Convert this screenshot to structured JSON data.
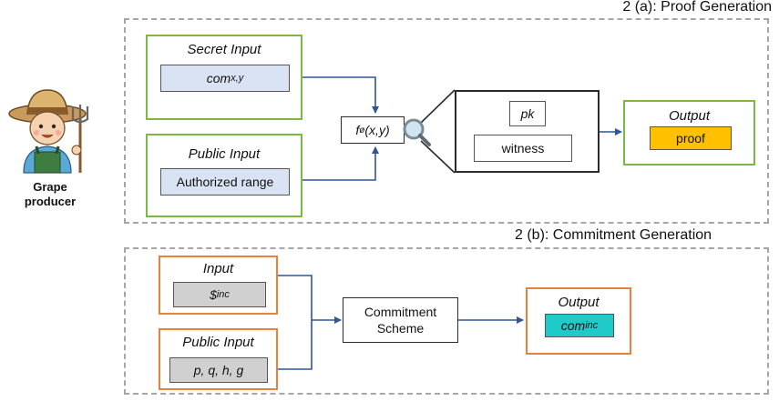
{
  "section_a": {
    "title": "2 (a): Proof Generation"
  },
  "section_b": {
    "title": "2 (b): Commitment Generation"
  },
  "producer": {
    "line1": "Grape",
    "line2": "producer"
  },
  "a_secret_input": {
    "title": "Secret Input",
    "value": "com",
    "value_sub": "x,y"
  },
  "a_public_input": {
    "title": "Public Input",
    "value": "Authorized range"
  },
  "a_function": {
    "f": "f",
    "sub": "ø",
    "args": " (x,y)"
  },
  "a_proof_box": {
    "pk": "pk",
    "witness": "witness"
  },
  "a_output": {
    "title": "Output",
    "value": "proof"
  },
  "b_input": {
    "title": "Input",
    "value": "$",
    "value_sub": "inc"
  },
  "b_public_input": {
    "title": "Public Input",
    "value": "p, q, h, g"
  },
  "b_scheme": {
    "line1": "Commitment",
    "line2": "Scheme"
  },
  "b_output": {
    "title": "Output",
    "value": "com",
    "value_sub": "inc"
  },
  "colors": {
    "green": "#7cb944",
    "orange": "#e8823a",
    "arrow": "#2f5597",
    "proof": "#ffc000",
    "com_inc": "#1ecbc8",
    "blue_fill": "#dae3f3",
    "grey_fill": "#d0d0d0"
  },
  "icons": {
    "producer": "farmer-with-pitchfork-icon",
    "inspect": "magnifier-icon"
  }
}
